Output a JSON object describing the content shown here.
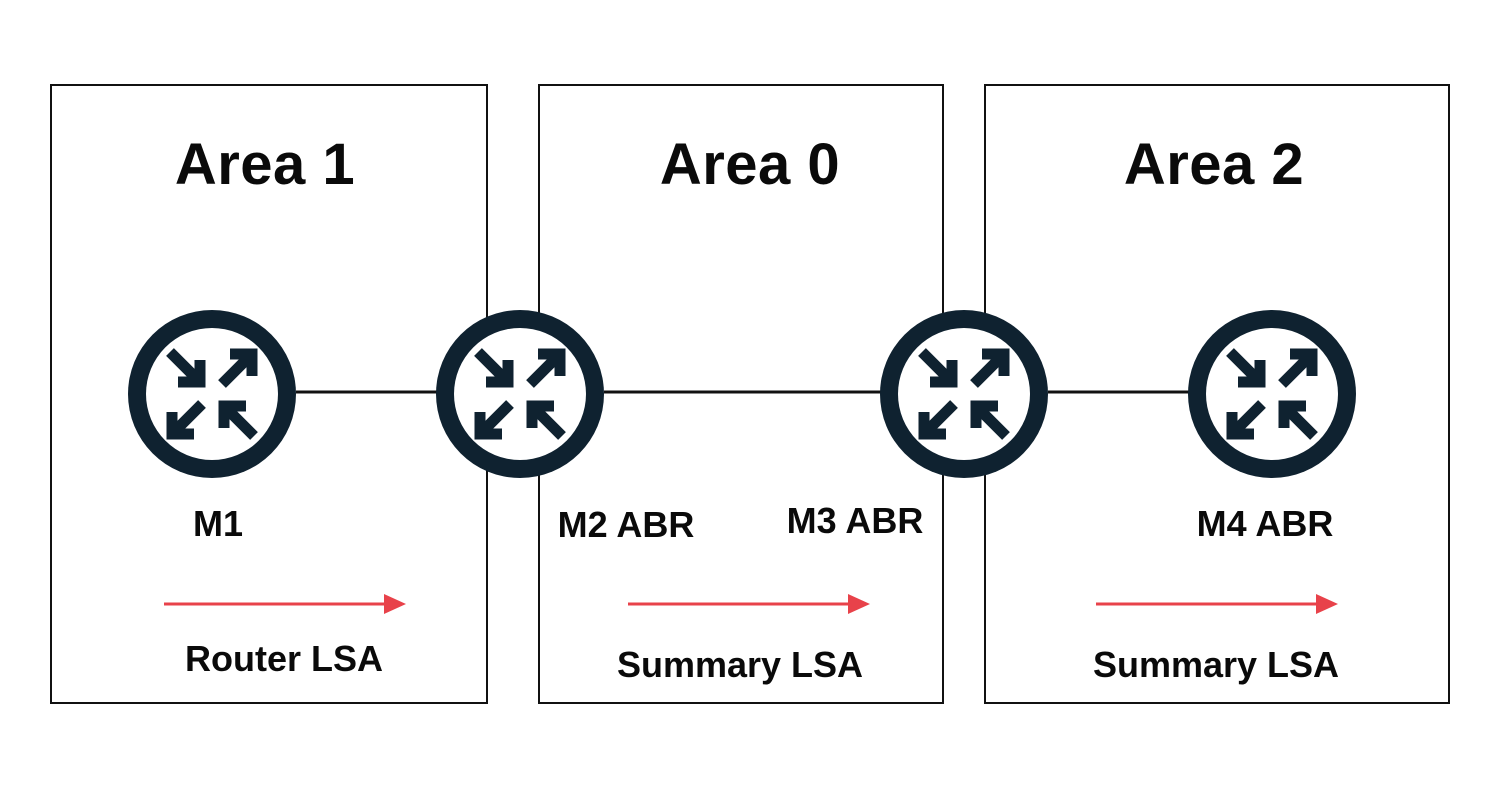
{
  "areas": [
    {
      "id": "area-1",
      "title": "Area 1"
    },
    {
      "id": "area-0",
      "title": "Area 0"
    },
    {
      "id": "area-2",
      "title": "Area 2"
    }
  ],
  "routers": [
    {
      "name": "M1",
      "label": "M1",
      "icon": "router-icon"
    },
    {
      "name": "M2",
      "label": "M2 ABR",
      "icon": "router-icon"
    },
    {
      "name": "M3",
      "label": "M3 ABR",
      "icon": "router-icon"
    },
    {
      "name": "M4",
      "label": "M4 ABR",
      "icon": "router-icon"
    }
  ],
  "lsa_flows": [
    {
      "area": "Area 1",
      "label": "Router LSA",
      "direction": "right"
    },
    {
      "area": "Area 0",
      "label": "Summary LSA",
      "direction": "right"
    },
    {
      "area": "Area 2",
      "label": "Summary LSA",
      "direction": "right"
    }
  ],
  "colors": {
    "router_fill": "#0f2230",
    "router_ring": "#ffffff",
    "link": "#111111",
    "arrow": "#e8424a",
    "border": "#111111"
  }
}
